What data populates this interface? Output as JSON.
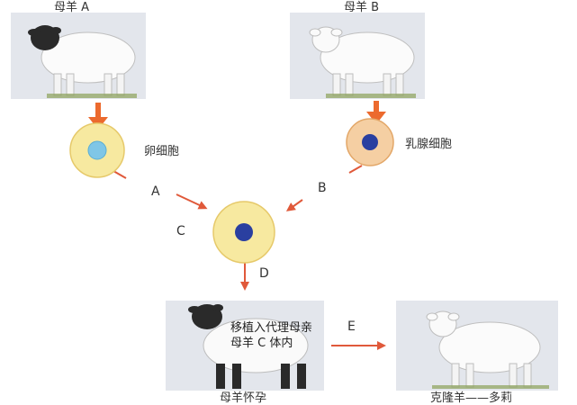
{
  "diagram": {
    "sheep_a_label": "母羊 A",
    "sheep_b_label": "母羊 B",
    "egg_cell_label": "卵细胞",
    "mammary_cell_label": "乳腺细胞",
    "step_a": "A",
    "step_b": "B",
    "step_c": "C",
    "step_d": "D",
    "step_e": "E",
    "transplant_label_line1": "移植入代理母亲",
    "transplant_label_line2": "母羊 C 体内",
    "pregnant_label": "母羊怀孕",
    "clone_label": "克隆羊——多莉"
  },
  "colors": {
    "arrow_orange": "#ec6a2e",
    "arrow_red": "#e0593a",
    "cell_yellow": "#f7e9a0",
    "cell_peach": "#f5cfa3",
    "nucleus_blue": "#7fc6e6",
    "nucleus_dark": "#2a3fa0",
    "nucleus_orange": "#e69a4e"
  }
}
